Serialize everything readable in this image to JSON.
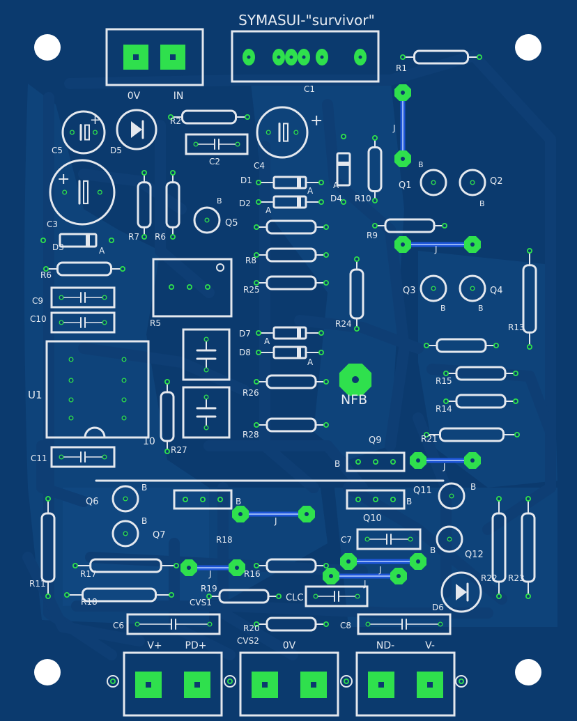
{
  "board": {
    "title": "SYMASUI-\"survivor\"",
    "colors": {
      "substrate": "#0b3a6e",
      "copper_fill": "#134a85",
      "trace": "#0e3e74",
      "silk": "#e4e8ee",
      "pad": "#2fe04d",
      "jumper": "#1e56d8"
    }
  },
  "connectors": {
    "input": {
      "labels": [
        "0V",
        "IN"
      ]
    },
    "power_left": {
      "labels": [
        "V+",
        "PD+"
      ]
    },
    "power_mid": {
      "labels": [
        "0V"
      ]
    },
    "power_right": {
      "labels": [
        "ND-",
        "V-"
      ]
    }
  },
  "labels": {
    "C1": "C1",
    "C2": "C2",
    "C3": "C3",
    "C4": "C4",
    "C5": "C5",
    "C6": "C6",
    "C7": "C7",
    "C8": "C8",
    "C9": "C9",
    "C10": "C10",
    "C11": "C11",
    "CLC": "CLC",
    "CVS1": "CVS1",
    "CVS2": "CVS2",
    "R1": "R1",
    "R2": "R2",
    "R5": "R5",
    "R6a": "R6",
    "R6b": "R6",
    "R7": "R7",
    "R8": "R8",
    "R9": "R9",
    "R10": "R10",
    "R11": "R11",
    "R13": "R13",
    "R14": "R14",
    "R15": "R15",
    "R16": "R16",
    "R17": "R17",
    "R18a": "R18",
    "R18b": "R18",
    "R19": "R19",
    "R20": "R20",
    "R21": "R21",
    "R22": "R22",
    "R23": "R23",
    "R24": "R24",
    "R25": "R25",
    "R26": "R26",
    "R27": "R27",
    "R28": "R28",
    "D1": "D1",
    "D2": "D2",
    "D3": "D3",
    "D4": "D4",
    "D5": "D5",
    "D6": "D6",
    "D7": "D7",
    "D8": "D8",
    "Q1": "Q1",
    "Q2": "Q2",
    "Q3": "Q3",
    "Q4": "Q4",
    "Q5": "Q5",
    "Q6": "Q6",
    "Q7": "Q7",
    "Q9": "Q9",
    "Q10": "Q10",
    "Q11": "Q11",
    "Q12": "Q12",
    "U1": "U1",
    "NFB": "NFB",
    "pin10": "10"
  },
  "marks": {
    "J": "J",
    "A": "A",
    "B": "B",
    "plus": "+",
    "D4A": "A"
  }
}
